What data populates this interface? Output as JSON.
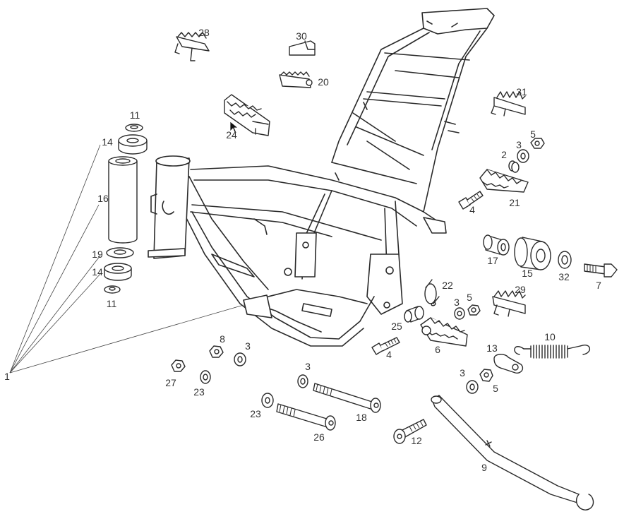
{
  "labels": {
    "l1": "1",
    "l2": "2",
    "l3a": "3",
    "l3b": "3",
    "l3c": "3",
    "l3d": "3",
    "l3e": "3",
    "l4a": "4",
    "l4b": "4",
    "l5a": "5",
    "l5b": "5",
    "l5c": "5",
    "l6": "6",
    "l7": "7",
    "l8": "8",
    "l9": "9",
    "l10": "10",
    "l11a": "11",
    "l11b": "11",
    "l12": "12",
    "l13": "13",
    "l14a": "14",
    "l14b": "14",
    "l15": "15",
    "l16": "16",
    "l17": "17",
    "l18": "18",
    "l19": "19",
    "l20": "20",
    "l21": "21",
    "l22": "22",
    "l23a": "23",
    "l23b": "23",
    "l24": "24",
    "l25": "25",
    "l26": "26",
    "l27": "27",
    "l28": "28",
    "l29": "29",
    "l30": "30",
    "l31": "31",
    "l32": "32"
  },
  "colors": {
    "line": "#2a2a2a",
    "label": "#333333",
    "background": "#ffffff"
  }
}
